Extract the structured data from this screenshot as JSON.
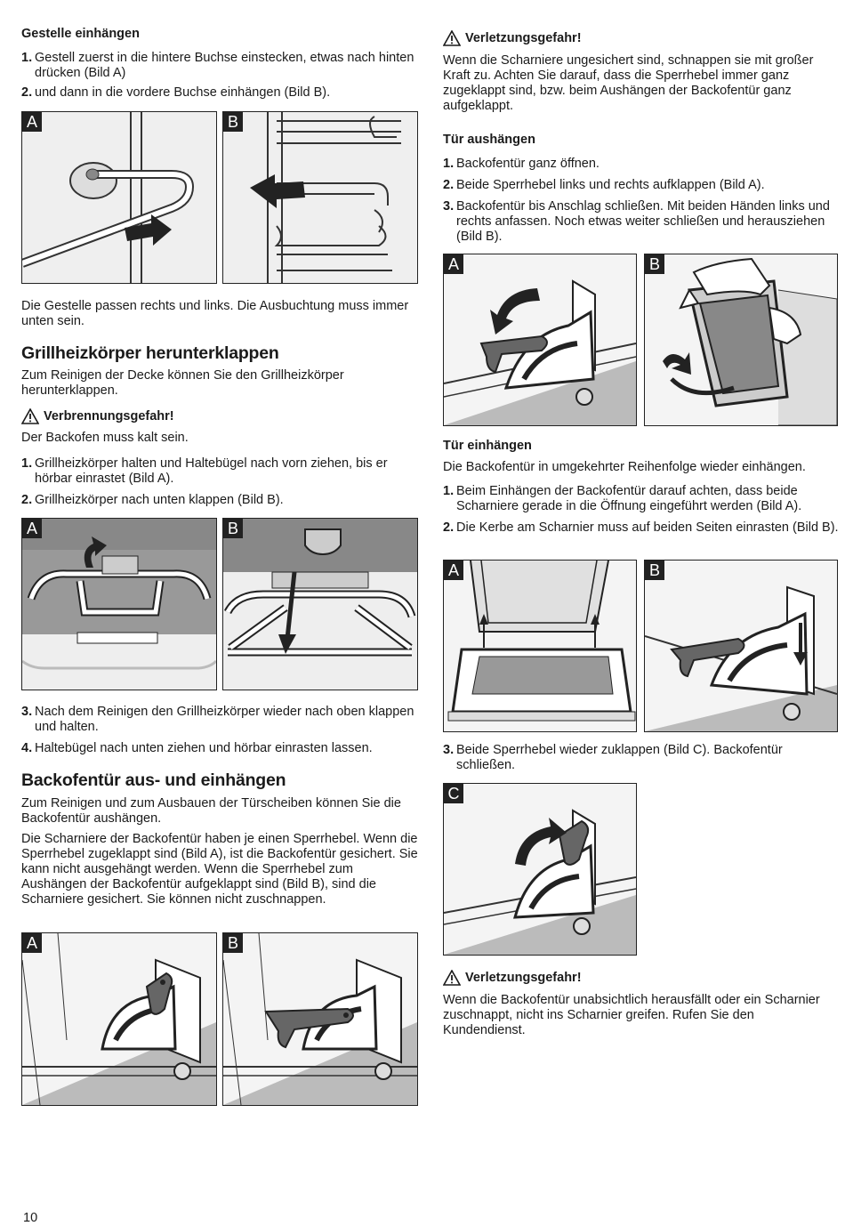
{
  "left": {
    "gestelle_title": "Gestelle einhängen",
    "gestelle_steps": [
      {
        "num": "1.",
        "text": "Gestell zuerst in die hintere Buchse einstecken, etwas nach hinten drücken (Bild A)"
      },
      {
        "num": "2.",
        "text": "und dann in die vordere Buchse einhängen (Bild B)."
      }
    ],
    "gestelle_note": "Die Gestelle passen rechts und links. Die Ausbuchtung muss immer unten sein.",
    "grill_title": "Grillheizkörper herunterklappen",
    "grill_intro": "Zum Reinigen der Decke können Sie den Grillheizkörper herunterklappen.",
    "grill_warn": "Verbrennungsgefahr!",
    "grill_warn_text": "Der Backofen muss kalt sein.",
    "grill_steps": [
      {
        "num": "1.",
        "text": "Grillheizkörper halten und Haltebügel nach vorn ziehen, bis er hörbar einrastet (Bild A)."
      },
      {
        "num": "2.",
        "text": "Grillheizkörper nach unten klappen (Bild B)."
      }
    ],
    "grill_steps2": [
      {
        "num": "3.",
        "text": "Nach dem Reinigen den Grillheizkörper wieder nach oben klappen und halten."
      },
      {
        "num": "4.",
        "text": "Haltebügel nach unten ziehen und hörbar einrasten lassen."
      }
    ],
    "door_title": "Backofentür aus- und einhängen",
    "door_p1": "Zum Reinigen und zum Ausbauen der Türscheiben können Sie die Backofentür aushängen.",
    "door_p2": "Die Scharniere der Backofentür haben je einen Sperrhebel. Wenn die Sperrhebel zugeklappt sind (Bild A), ist die Backofentür gesichert. Sie kann nicht ausgehängt werden. Wenn die Sperrhebel zum Aushängen der Backofentür aufgeklappt sind (Bild B), sind die Scharniere gesichert. Sie können nicht zuschnappen."
  },
  "right": {
    "warn1": "Verletzungsgefahr!",
    "warn1_text": "Wenn die Scharniere ungesichert sind, schnappen sie mit großer Kraft zu. Achten Sie darauf, dass die Sperrhebel immer ganz zugeklappt sind, bzw. beim Aushängen der Backofentür ganz aufgeklappt.",
    "aus_title": "Tür aushängen",
    "aus_steps": [
      {
        "num": "1.",
        "text": "Backofentür ganz öffnen."
      },
      {
        "num": "2.",
        "text": "Beide Sperrhebel links und rechts aufklappen (Bild A)."
      },
      {
        "num": "3.",
        "text": "Backofentür bis Anschlag schließen. Mit beiden Händen links und rechts anfassen. Noch etwas weiter schließen und herausziehen (Bild B)."
      }
    ],
    "ein_title": "Tür einhängen",
    "ein_intro": "Die Backofentür in umgekehrter Reihenfolge wieder einhängen.",
    "ein_steps": [
      {
        "num": "1.",
        "text": "Beim Einhängen der Backofentür darauf achten, dass beide Scharniere gerade in die Öffnung eingeführt werden (Bild A)."
      },
      {
        "num": "2.",
        "text": "Die Kerbe am Scharnier muss auf beiden Seiten einrasten (Bild B)."
      }
    ],
    "ein_steps2": [
      {
        "num": "3.",
        "text": "Beide Sperrhebel wieder zuklappen (Bild C). Backofentür schließen."
      }
    ],
    "warn2": "Verletzungsgefahr!",
    "warn2_text": "Wenn die Backofentür unabsichtlich herausfällt oder ein Scharnier zuschnappt, nicht ins Scharnier greifen. Rufen Sie den Kundendienst."
  },
  "figures": {
    "a": "A",
    "b": "B",
    "c": "C"
  },
  "page_number": "10"
}
